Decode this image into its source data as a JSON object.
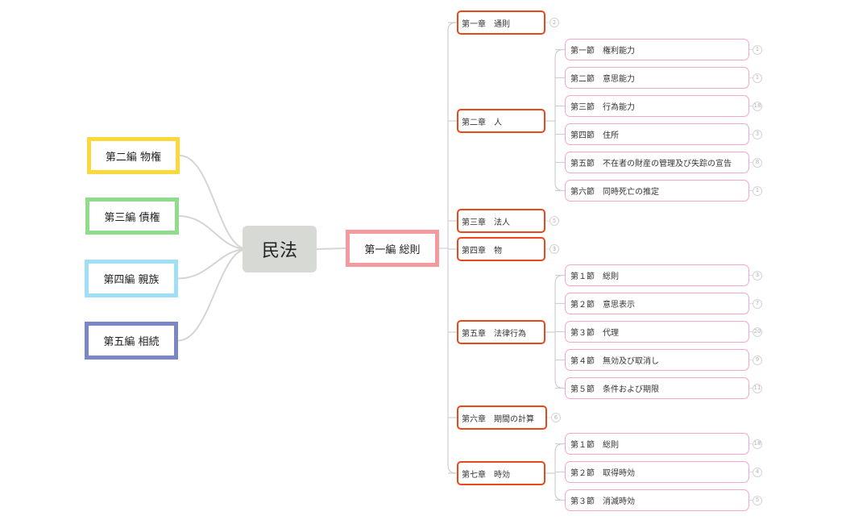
{
  "root": {
    "label": "民法"
  },
  "left_books": [
    {
      "label": "第二編 物権",
      "color": "#fcd93a"
    },
    {
      "label": "第三編 債権",
      "color": "#8fdc8a"
    },
    {
      "label": "第四編 親族",
      "color": "#9fe0f7"
    },
    {
      "label": "第五編 相続",
      "color": "#7b86c6"
    }
  ],
  "main_book": {
    "label": "第一編 総則",
    "color": "#f4999d"
  },
  "chapters": [
    {
      "label": "第一章　通則",
      "count": "2",
      "sections": []
    },
    {
      "label": "第二章　人",
      "sections": [
        {
          "label": "第一節　権利能力",
          "count": "1"
        },
        {
          "label": "第二節　意思能力",
          "count": "1"
        },
        {
          "label": "第三節　行為能力",
          "count": "18"
        },
        {
          "label": "第四節　住所",
          "count": "3"
        },
        {
          "label": "第五節　不在者の財産の管理及び失踪の宣告",
          "count": "8"
        },
        {
          "label": "第六節　同時死亡の推定",
          "count": "1"
        }
      ]
    },
    {
      "label": "第三章　法人",
      "count": "5",
      "sections": []
    },
    {
      "label": "第四章　物",
      "count": "3",
      "sections": []
    },
    {
      "label": "第五章　法律行為",
      "sections": [
        {
          "label": "第１節　総則",
          "count": "3"
        },
        {
          "label": "第２節　意思表示",
          "count": "7"
        },
        {
          "label": "第３節　代理",
          "count": "20"
        },
        {
          "label": "第４節　無効及び取消し",
          "count": "9"
        },
        {
          "label": "第５節　条件および期限",
          "count": "11"
        }
      ]
    },
    {
      "label": "第六章　期間の計算",
      "count": "6",
      "sections": []
    },
    {
      "label": "第七章　時効",
      "sections": [
        {
          "label": "第１節　総則",
          "count": "18"
        },
        {
          "label": "第２節　取得時効",
          "count": "4"
        },
        {
          "label": "第３節　消滅時効",
          "count": "5"
        }
      ]
    }
  ],
  "colors": {
    "chapter_border": "#e8491b",
    "section_border": "#f4a6d0",
    "root_bg": "#d6d9d4",
    "connector": "#cfcfcf"
  }
}
